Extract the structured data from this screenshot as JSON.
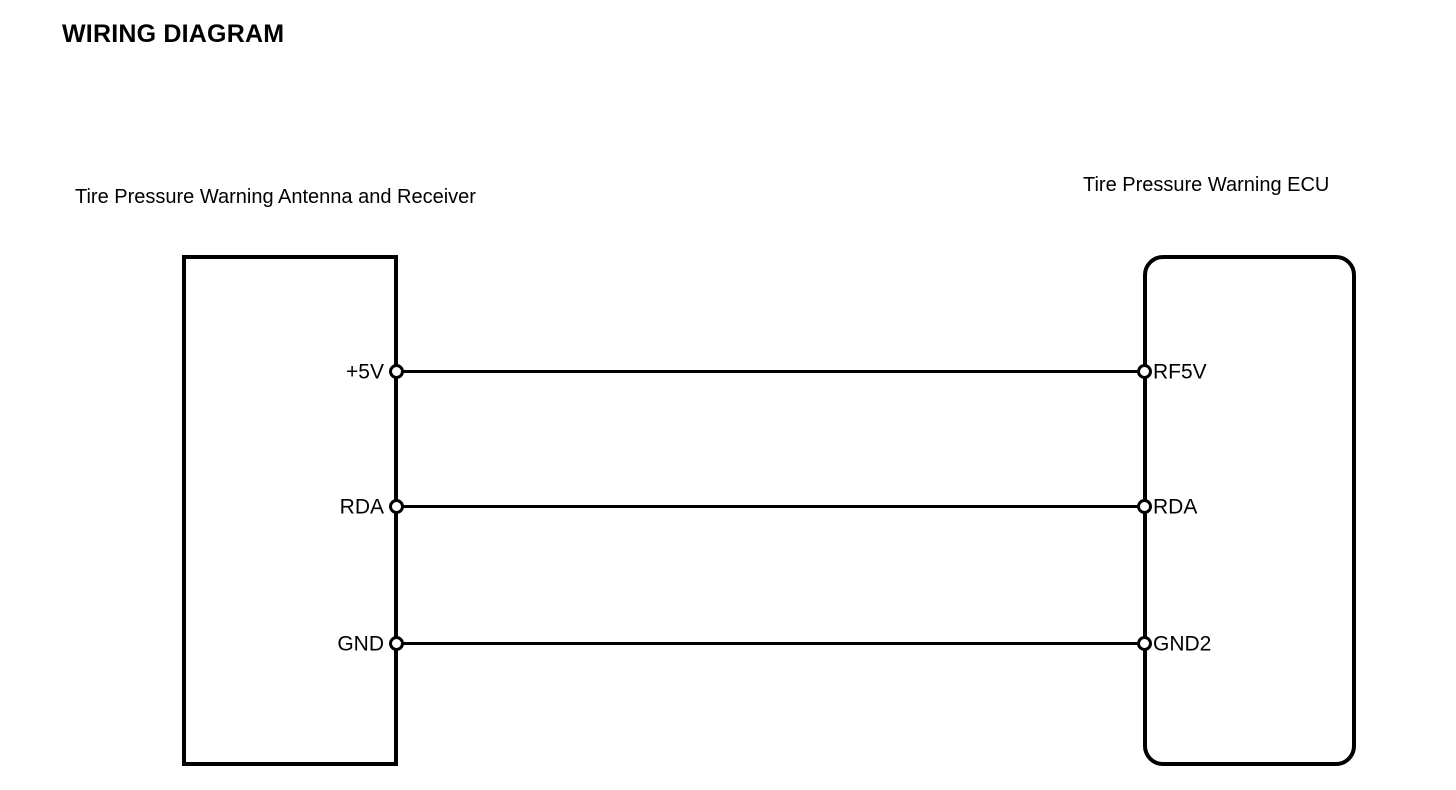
{
  "page": {
    "title": "WIRING DIAGRAM",
    "background_color": "#ffffff",
    "line_color": "#000000"
  },
  "components": {
    "left": {
      "caption": "Tire Pressure Warning Antenna and Receiver",
      "shape": "rectangle-square-corners",
      "pins": [
        {
          "label": "+5V",
          "terminal": "open-circle"
        },
        {
          "label": "RDA",
          "terminal": "open-circle"
        },
        {
          "label": "GND",
          "terminal": "open-circle"
        }
      ]
    },
    "right": {
      "caption": "Tire Pressure Warning ECU",
      "shape": "rectangle-rounded-corners",
      "pins": [
        {
          "label": "RF5V",
          "terminal": "open-circle"
        },
        {
          "label": "RDA",
          "terminal": "open-circle"
        },
        {
          "label": "GND2",
          "terminal": "open-circle"
        }
      ]
    }
  },
  "connections": [
    {
      "from": "+5V",
      "to": "RF5V"
    },
    {
      "from": "RDA",
      "to": "RDA"
    },
    {
      "from": "GND",
      "to": "GND2"
    }
  ]
}
